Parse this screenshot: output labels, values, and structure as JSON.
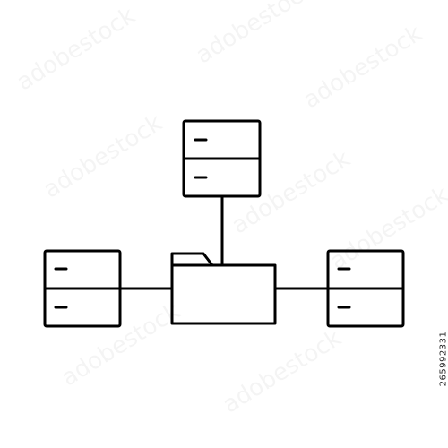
{
  "image": {
    "stock_id": "265992331",
    "watermark_text": "adobestock"
  },
  "colors": {
    "background": "#ffffff",
    "stroke": "#000000"
  },
  "icon": {
    "name": "network-folder-icon",
    "components": {
      "center": "folder-icon",
      "nodes": [
        "server-icon-top",
        "server-icon-left",
        "server-icon-right"
      ]
    }
  }
}
